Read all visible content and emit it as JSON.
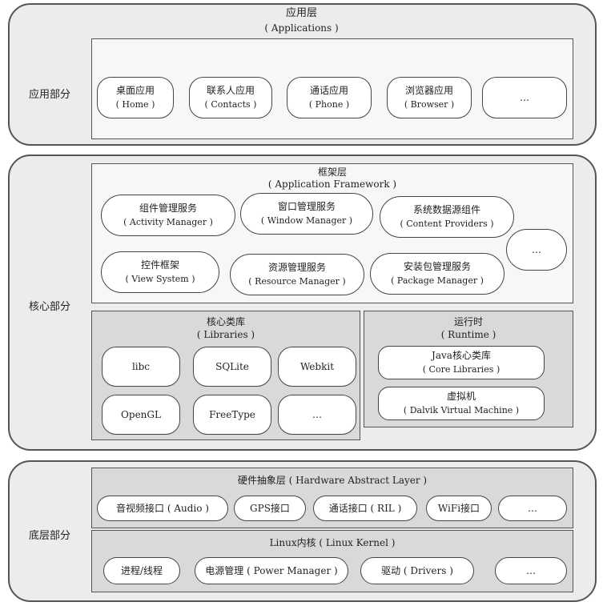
{
  "app_layer": {
    "side_label": "应用部分",
    "title": "应用层",
    "subtitle": "( Applications )",
    "apps": [
      {
        "cn": "桌面应用",
        "en": "( Home )"
      },
      {
        "cn": "联系人应用",
        "en": "( Contacts )"
      },
      {
        "cn": "通话应用",
        "en": "( Phone )"
      },
      {
        "cn": "浏览器应用",
        "en": "( Browser )"
      },
      {
        "cn": "…",
        "en": ""
      }
    ]
  },
  "core": {
    "side_label": "核心部分",
    "framework": {
      "title": "框架层",
      "subtitle": "( Application Framework )",
      "items": [
        {
          "cn": "组件管理服务",
          "en": "( Activity Manager )"
        },
        {
          "cn": "窗口管理服务",
          "en": "( Window Manager )"
        },
        {
          "cn": "系统数据源组件",
          "en": "( Content Providers )"
        },
        {
          "cn": "控件框架",
          "en": "( View System )"
        },
        {
          "cn": "资源管理服务",
          "en": "( Resource Manager )"
        },
        {
          "cn": "安装包管理服务",
          "en": "( Package Manager )"
        },
        {
          "cn": "…",
          "en": ""
        }
      ]
    },
    "libraries": {
      "title": "核心类库",
      "subtitle": "( Libraries )",
      "items": [
        "libc",
        "SQLite",
        "Webkit",
        "OpenGL",
        "FreeType",
        "…"
      ]
    },
    "runtime": {
      "title": "运行时",
      "subtitle": "( Runtime )",
      "items": [
        {
          "cn": "Java核心类库",
          "en": "( Core Libraries )"
        },
        {
          "cn": "虚拟机",
          "en": "( Dalvik Virtual Machine )"
        }
      ]
    }
  },
  "bottom": {
    "side_label": "底层部分",
    "hal": {
      "title": "硬件抽象层 ( Hardware Abstract Layer )",
      "items": [
        "音视频接口 ( Audio )",
        "GPS接口",
        "通话接口 ( RIL )",
        "WiFi接口",
        "…"
      ]
    },
    "kernel": {
      "title": "Linux内核 ( Linux Kernel )",
      "items": [
        "进程/线程",
        "电源管理 ( Power Manager )",
        "驱动 ( Drivers )",
        "…"
      ]
    }
  }
}
